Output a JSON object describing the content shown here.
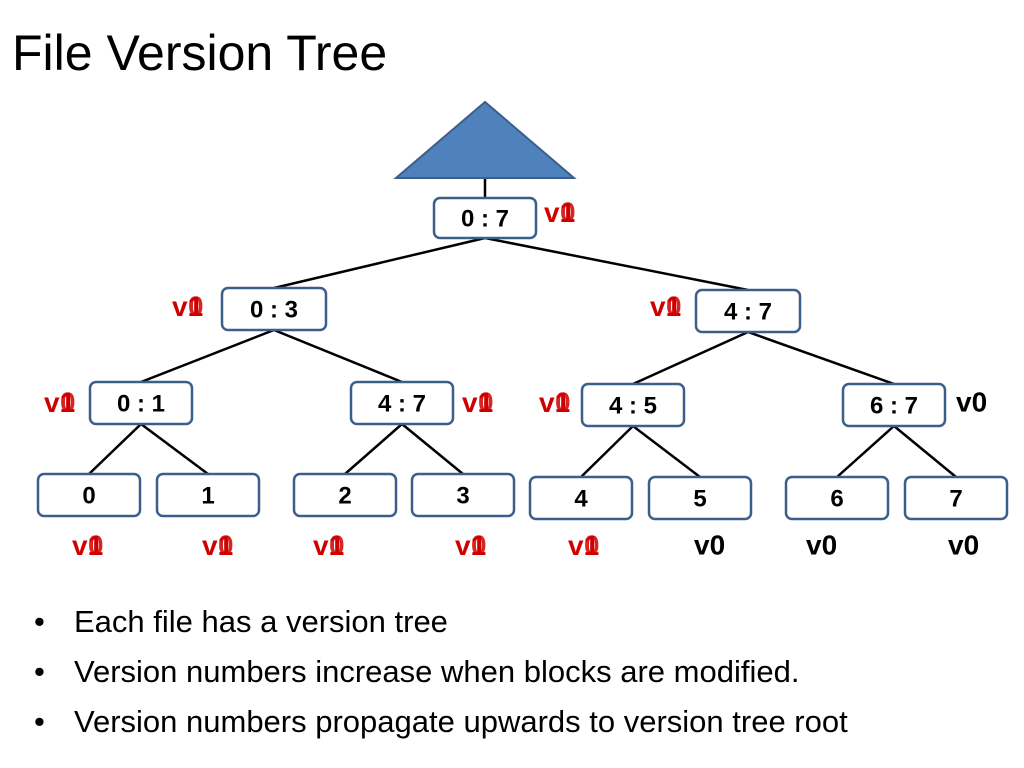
{
  "title": "File Version Tree",
  "colors": {
    "triangle_fill": "#4f81bd",
    "triangle_stroke": "#3b5f8a",
    "node_border": "#3b5f8a",
    "edge": "#000000",
    "version_black": "#000000",
    "version_red": "#d00000"
  },
  "tree": {
    "nodes": [
      {
        "id": "root",
        "label": "0 : 7",
        "version": "v1"
      },
      {
        "id": "l1a",
        "label": "0 : 3",
        "version": "v1"
      },
      {
        "id": "l1b",
        "label": "4 : 7",
        "version": "v1"
      },
      {
        "id": "l2a",
        "label": "0 : 1",
        "version": "v1"
      },
      {
        "id": "l2b",
        "label": "4 : 7",
        "version": "v1"
      },
      {
        "id": "l2c",
        "label": "4 : 5",
        "version": "v1"
      },
      {
        "id": "l2d",
        "label": "6 : 7",
        "version": "v0"
      },
      {
        "id": "b0",
        "label": "0",
        "version": "v1"
      },
      {
        "id": "b1",
        "label": "1",
        "version": "v1"
      },
      {
        "id": "b2",
        "label": "2",
        "version": "v1"
      },
      {
        "id": "b3",
        "label": "3",
        "version": "v1"
      },
      {
        "id": "b4",
        "label": "4",
        "version": "v1"
      },
      {
        "id": "b5",
        "label": "5",
        "version": "v0"
      },
      {
        "id": "b6",
        "label": "6",
        "version": "v0"
      },
      {
        "id": "b7",
        "label": "7",
        "version": "v0"
      }
    ],
    "edges": [
      [
        "root",
        "l1a"
      ],
      [
        "root",
        "l1b"
      ],
      [
        "l1a",
        "l2a"
      ],
      [
        "l1a",
        "l2b"
      ],
      [
        "l1b",
        "l2c"
      ],
      [
        "l1b",
        "l2d"
      ],
      [
        "l2a",
        "b0"
      ],
      [
        "l2a",
        "b1"
      ],
      [
        "l2b",
        "b2"
      ],
      [
        "l2b",
        "b3"
      ],
      [
        "l2c",
        "b4"
      ],
      [
        "l2c",
        "b5"
      ],
      [
        "l2d",
        "b6"
      ],
      [
        "l2d",
        "b7"
      ]
    ]
  },
  "bullets": [
    "Each file has a version tree",
    "Version numbers increase when blocks are modified.",
    "Version numbers propagate upwards to version tree root"
  ]
}
